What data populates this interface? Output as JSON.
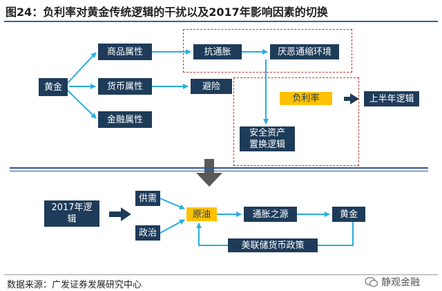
{
  "title": "图24：负利率对黄金传统逻辑的干扰以及2017年影响因素的切换",
  "nodes": {
    "gold": "黄金",
    "commodity_attr": "商品属性",
    "currency_attr": "货币属性",
    "financial_attr": "金融属性",
    "anti_inflation": "抗通胀",
    "anti_deflation": "厌恶通缩环境",
    "hedge": "避险",
    "negative_rate": "负利率",
    "first_half_logic": "上半年逻辑",
    "safe_asset_line1": "安全资产",
    "safe_asset_line2": "置换逻辑",
    "logic2017_line1": "2017年逻",
    "logic2017_line2": "辑",
    "supply_demand": "供需",
    "politics": "政治",
    "crude_oil": "原油",
    "inflation_source": "通胀之源",
    "gold2": "黄金",
    "fed_policy": "美联储货币政策"
  },
  "source": "数据来源：广发证券发展研究中心",
  "watermark": "静观金融",
  "colors": {
    "box": "#1e3c5a",
    "highlight": "#ffc000",
    "arrow": "#27aee0",
    "dashed_frame": "#c0392b",
    "big_arrow": "#595959"
  }
}
